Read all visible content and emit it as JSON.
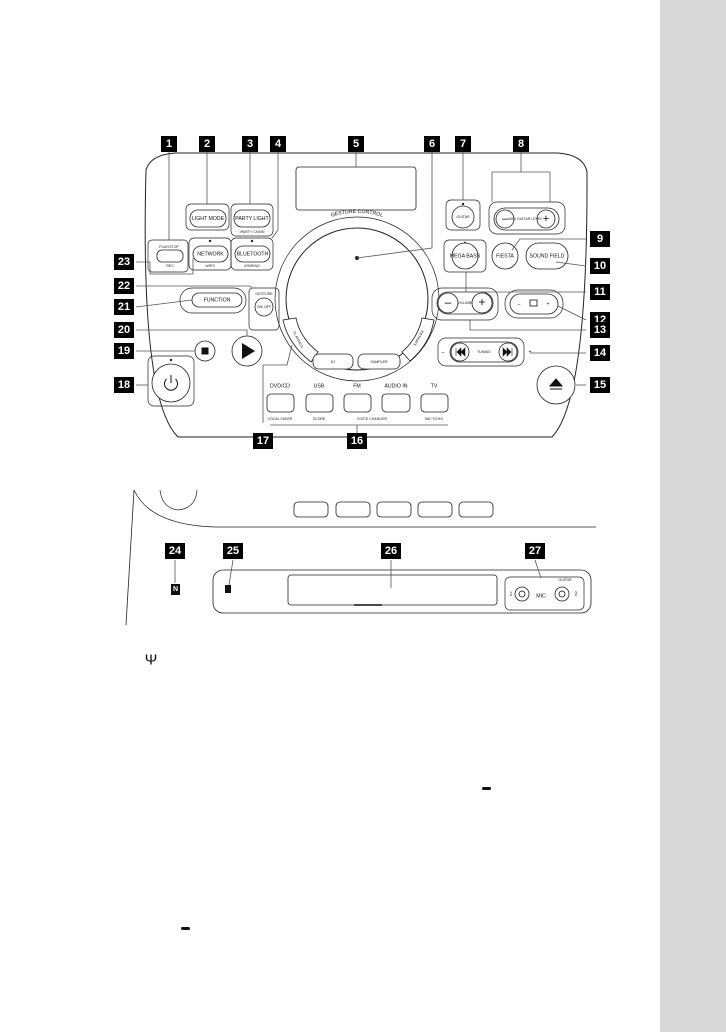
{
  "callouts": [
    "1",
    "2",
    "3",
    "4",
    "5",
    "6",
    "7",
    "8",
    "9",
    "10",
    "11",
    "12",
    "13",
    "14",
    "15",
    "16",
    "17",
    "18",
    "19",
    "20",
    "21",
    "22",
    "23",
    "24",
    "25",
    "26",
    "27"
  ],
  "buttons": {
    "light_mode": "LIGHT MODE",
    "party_light": "PARTY LIGHT",
    "party_light_sub": "•PARTY CHAIN",
    "bluetooth": "BLUETOOTH",
    "bluetooth_sub": "•PAIRING",
    "network": "NETWORK",
    "network_sub": "•WPS",
    "guitar": "GUITAR",
    "mic_guitar_level": "MIC/ GUITAR LEVEL",
    "mega_bass": "MEGA BASS",
    "fiesta": "FIESTA",
    "sound_field": "SOUND FIELD",
    "function": "FUNCTION",
    "gesture": "GESTURE",
    "on_off": "ON/ OFF",
    "volume": "VOLUME",
    "tuning": "TUNING",
    "gesture_control": "GESTURE CONTROL",
    "playback": "PLAYBACK",
    "dj": "DJ",
    "sampler": "SAMPLER",
    "karaoke": "KARAOKE",
    "play_stop": "PLAY/STOP",
    "rec": "REC"
  },
  "function_keys": [
    {
      "label": "DVD/CD",
      "sub": "VOCAL FADER"
    },
    {
      "label": "USB",
      "sub": "SCORE"
    },
    {
      "label": "FM",
      "sub": "VOICE CHANGER"
    },
    {
      "label": "AUDIO IN",
      "sub": ""
    },
    {
      "label": "TV",
      "sub": "MIC ECHO"
    }
  ],
  "plus_sign": "+",
  "minus_sign": "–",
  "mic": {
    "label": "MIC",
    "jack1": "1",
    "jack2": "2",
    "guitar": "GUITAR"
  },
  "usb_symbol": "Ψ"
}
